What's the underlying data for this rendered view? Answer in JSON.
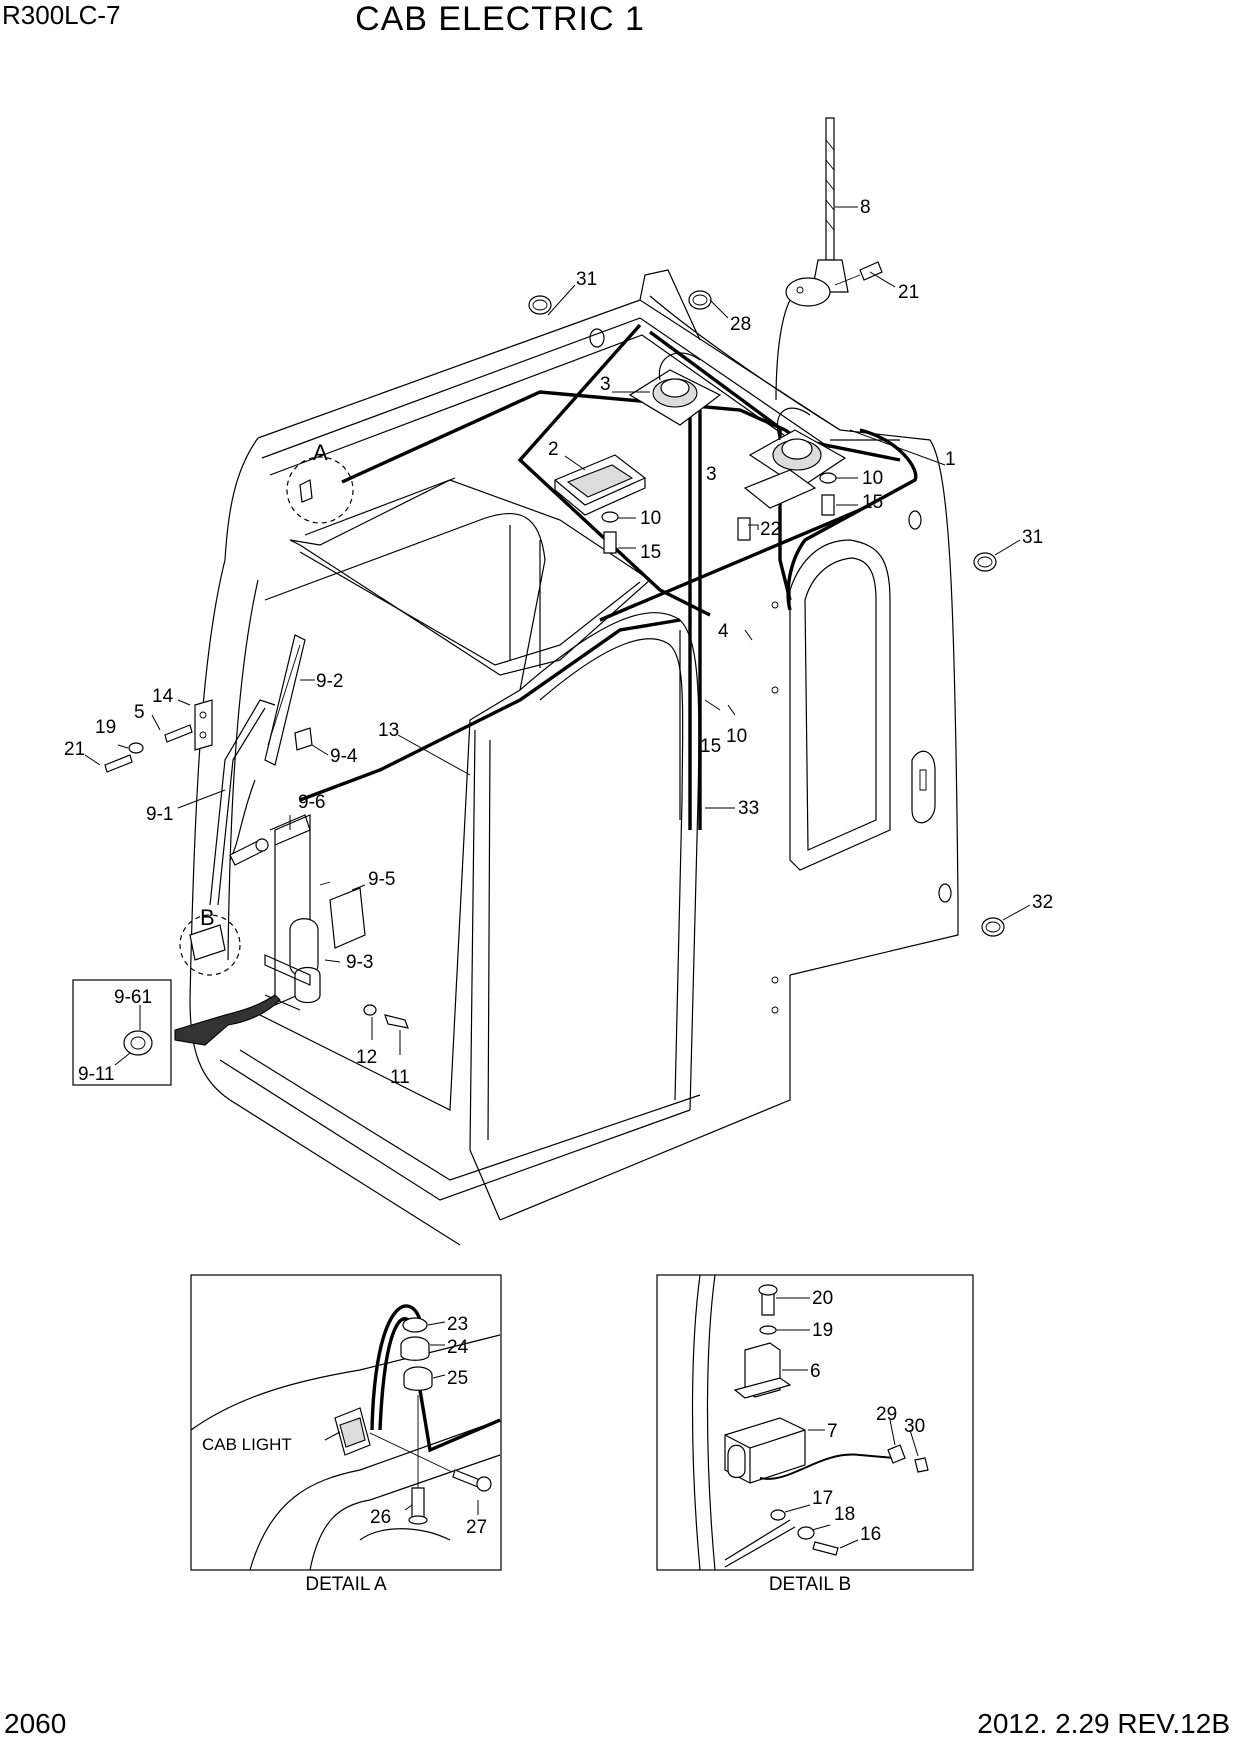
{
  "header": {
    "model": "R300LC-7",
    "title": "CAB ELECTRIC 1"
  },
  "footer": {
    "page_number": "2060",
    "revision": "2012. 2.29  REV.12B"
  },
  "detail_markers": {
    "a": "A",
    "b": "B"
  },
  "part_labels": {
    "p8": "8",
    "p21_top": "21",
    "p31_top": "31",
    "p28": "28",
    "p3_a": "3",
    "p3_b": "3",
    "p2": "2",
    "p10_a": "10",
    "p15_a": "15",
    "p22": "22",
    "p10_b": "10",
    "p15_b": "15",
    "p1": "1",
    "p31_right": "31",
    "p4": "4",
    "p15_c": "15",
    "p10_c": "10",
    "p33": "33",
    "p32": "32",
    "p9_2": "9-2",
    "p14": "14",
    "p5": "5",
    "p19": "19",
    "p21_left": "21",
    "p9_4": "9-4",
    "p13": "13",
    "p9_1": "9-1",
    "p9_6": "9-6",
    "p9_5": "9-5",
    "p9_3": "9-3",
    "p12": "12",
    "p11": "11",
    "p9_61": "9-61",
    "p9_11": "9-11"
  },
  "detail_a": {
    "caption": "DETAIL A",
    "cab_light": "CAB LIGHT",
    "labels": {
      "p23": "23",
      "p24": "24",
      "p25": "25",
      "p26": "26",
      "p27": "27"
    }
  },
  "detail_b": {
    "caption": "DETAIL B",
    "labels": {
      "p20": "20",
      "p19": "19",
      "p6": "6",
      "p7": "7",
      "p29": "29",
      "p30": "30",
      "p17": "17",
      "p18": "18",
      "p16": "16"
    }
  }
}
